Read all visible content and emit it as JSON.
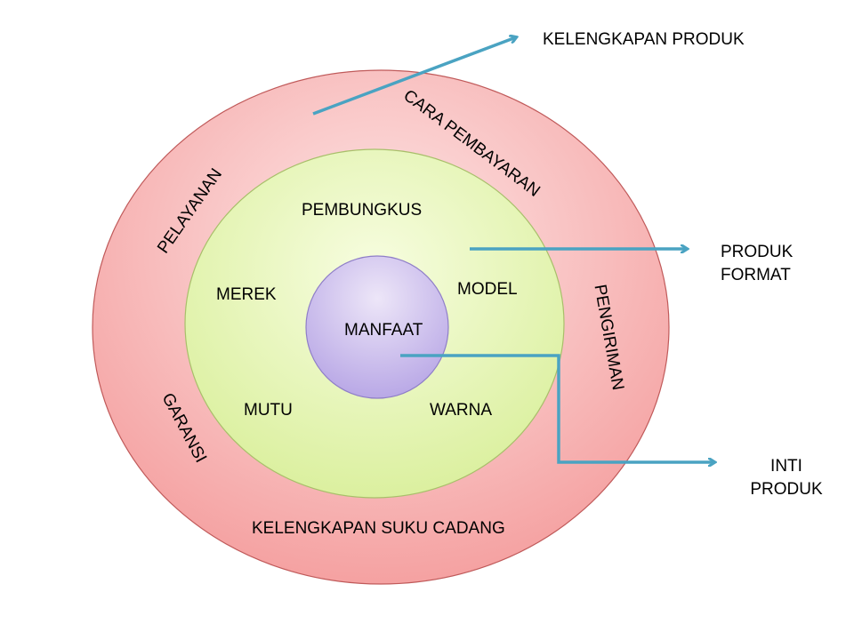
{
  "colors": {
    "outer_ring": "#f6b3b3",
    "middle_circle": "#e7f5b3",
    "inner_circle": "#cfc3ee",
    "arrow": "#4aa3c2"
  },
  "rings": {
    "inner": {
      "center_label": "MANFAAT"
    },
    "middle": {
      "items": [
        "PEMBUNGKUS",
        "MEREK",
        "MODEL",
        "MUTU",
        "WARNA"
      ]
    },
    "outer": {
      "items": [
        "PELAYANAN",
        "CARA PEMBAYARAN",
        "PENGIRIMAN",
        "GARANSI",
        "KELENGKAPAN SUKU CADANG"
      ]
    }
  },
  "callouts": {
    "augmented": "KELENGKAPAN PRODUK",
    "formal_line1": "PRODUK",
    "formal_line2": "FORMAT",
    "core_line1": "INTI",
    "core_line2": "PRODUK"
  }
}
